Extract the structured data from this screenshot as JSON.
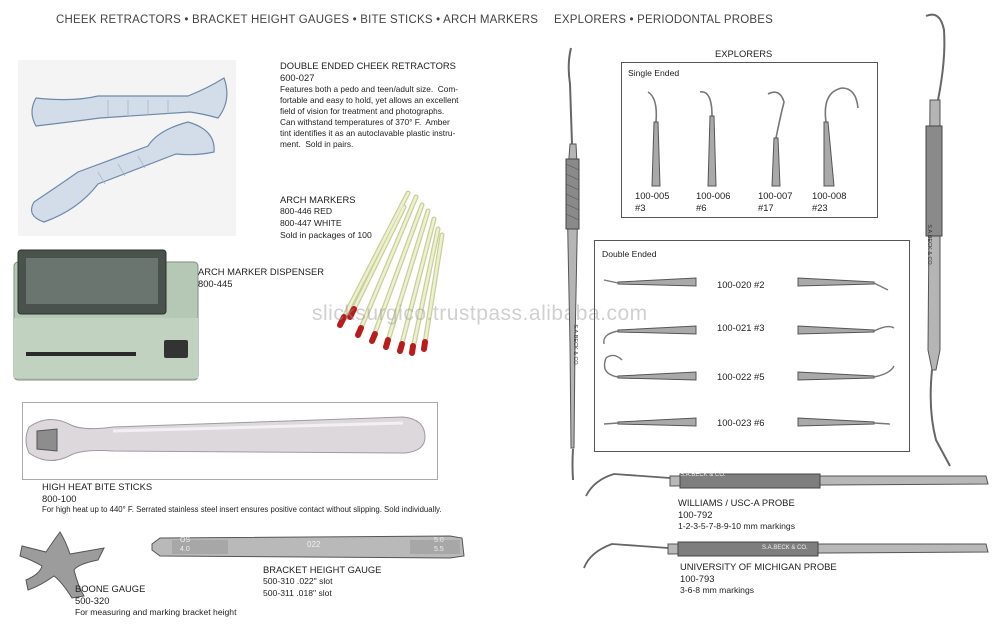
{
  "left_header": "CHEEK RETRACTORS •  BRACKET HEIGHT GAUGES • BITE STICKS • ARCH MARKERS",
  "right_header": "EXPLORERS • PERIODONTAL PROBES",
  "watermark": "slicksurgico.trustpass.alibaba.com",
  "retractors": {
    "title": "DOUBLE ENDED CHEEK RETRACTORS",
    "code": "600-027",
    "description": "Features both a pedo and teen/adult size.  Com-\nfortable and easy to hold, yet allows an excellent\nfield of vision for treatment and photographs.\nCan withstand temperatures of 370° F.  Amber\ntint identifies it as an autoclavable plastic instru-\nment.  Sold in pairs."
  },
  "arch_markers": {
    "title": "ARCH MARKERS",
    "line1": "800-446  RED",
    "line2": "800-447  WHITE",
    "note": "Sold in packages of 100"
  },
  "dispenser": {
    "title": "ARCH MARKER DISPENSER",
    "code": "800-445"
  },
  "bite_sticks": {
    "title": "HIGH HEAT BITE STICKS",
    "code": "800-100",
    "description": "For high heat up to 440° F.  Serrated stainless steel insert ensures positive contact without slipping.  Sold individually."
  },
  "boone": {
    "title": "BOONE GAUGE",
    "code": "500-320",
    "description": "For measuring and marking bracket height"
  },
  "bracket_gauge": {
    "title": "BRACKET HEIGHT GAUGE",
    "line1": "500-310 .022\" slot",
    "line2": "500-311 .018\" slot",
    "engraving": {
      "left_top": "OS",
      "left_bottom": "4.0",
      "mid": "022",
      "right_top": "5.0",
      "right_bottom": "5.5"
    }
  },
  "explorers": {
    "title": "EXPLORERS",
    "single_label": "Single Ended",
    "single": [
      {
        "code": "100-005",
        "num": "#3"
      },
      {
        "code": "100-006",
        "num": "#6"
      },
      {
        "code": "100-007",
        "num": "#17"
      },
      {
        "code": "100-008",
        "num": "#23"
      }
    ],
    "double_label": "Double Ended",
    "double": [
      {
        "label": "100-020 #2"
      },
      {
        "label": "100-021 #3"
      },
      {
        "label": "100-022 #5"
      },
      {
        "label": "100-023 #6"
      }
    ],
    "engraving": "S.A.BECK & CO."
  },
  "williams": {
    "title": "WILLIAMS / USC-A PROBE",
    "code": "100-792",
    "markings": "1-2-3-5-7-8-9-10 mm markings",
    "engraving": "S.A.BECK & CO."
  },
  "michigan": {
    "title": "UNIVERSITY OF MICHIGAN PROBE",
    "code": "100-793",
    "markings": "3-6-8 mm markings",
    "engraving": "S.A.BECK & CO."
  },
  "colors": {
    "marker_tip": "#b81c1c",
    "marker_shaft": "#e8ecc0",
    "retractor": "#b7cbe0",
    "dispenser": "#a9bdaa",
    "bite_stick": "#d7d4d8",
    "steel": "#9a9a9a"
  }
}
